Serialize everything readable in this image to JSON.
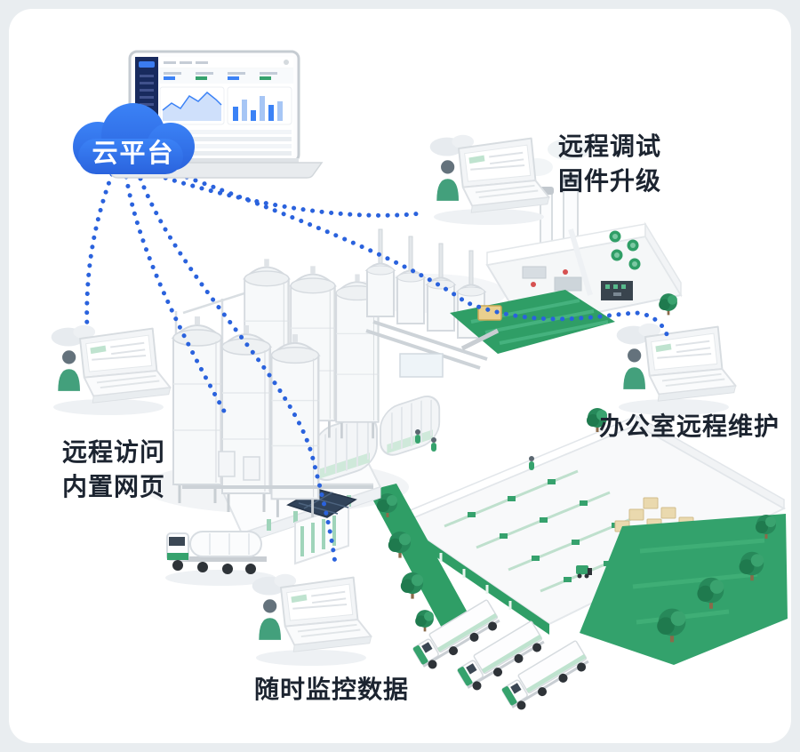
{
  "illustration": {
    "cloud_platform": {
      "label": "云平台"
    },
    "callouts": {
      "remote_debug_line1": "远程调试",
      "remote_debug_line2": "固件升级",
      "office_maintenance": "办公室远程维护",
      "remote_access_line1": "远程访问",
      "remote_access_line2": "内置网页",
      "monitor_data": "随时监控数据"
    },
    "colors": {
      "cloud_blue": "#2f6de4",
      "dotted_line_blue": "#2a62dd",
      "label_text": "#1c2430",
      "accent_green": "#36a26d",
      "dashboard_navy": "#182a5e"
    },
    "icons": {
      "cloud": "cloud-platform-icon",
      "dashboard_laptop": "dashboard-laptop-icon",
      "remote_laptop": "remote-laptop-icon",
      "factory": "factory-illustration"
    }
  }
}
